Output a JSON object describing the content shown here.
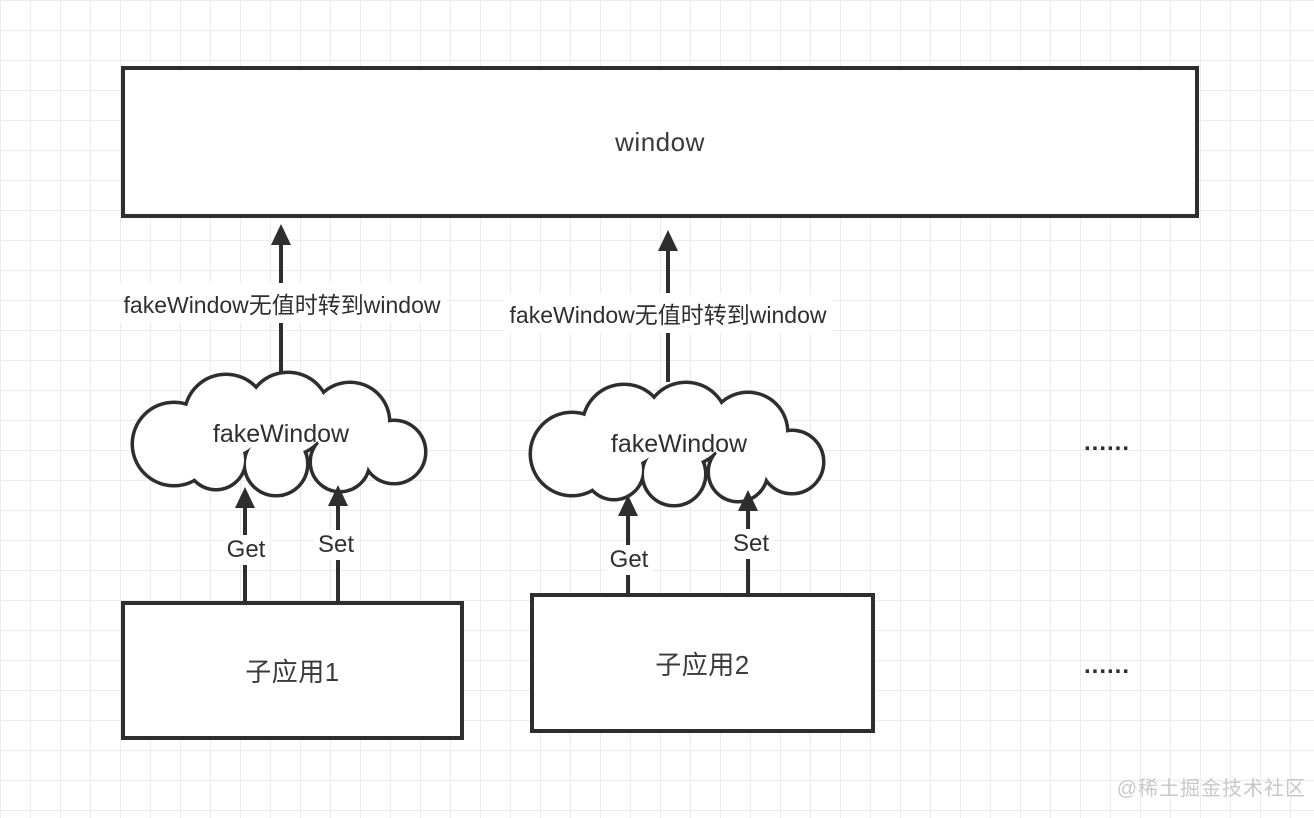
{
  "diagram": {
    "title_box": {
      "label": "window"
    },
    "clouds": [
      {
        "label": "fakeWindow"
      },
      {
        "label": "fakeWindow"
      }
    ],
    "fallback_labels": [
      {
        "text": "fakeWindow无值时转到window"
      },
      {
        "text": "fakeWindow无值时转到window"
      }
    ],
    "apps": [
      {
        "label": "子应用1",
        "get_label": "Get",
        "set_label": "Set"
      },
      {
        "label": "子应用2",
        "get_label": "Get",
        "set_label": "Set"
      }
    ],
    "ellipsis": {
      "cloud_row": "......",
      "app_row": "......"
    },
    "watermark": "@稀土掘金技术社区",
    "colors": {
      "stroke": "#2e2e2e",
      "text": "#2f2f2f",
      "grid": "#ececec",
      "watermark": "#c8c8c8",
      "background": "#ffffff"
    }
  }
}
